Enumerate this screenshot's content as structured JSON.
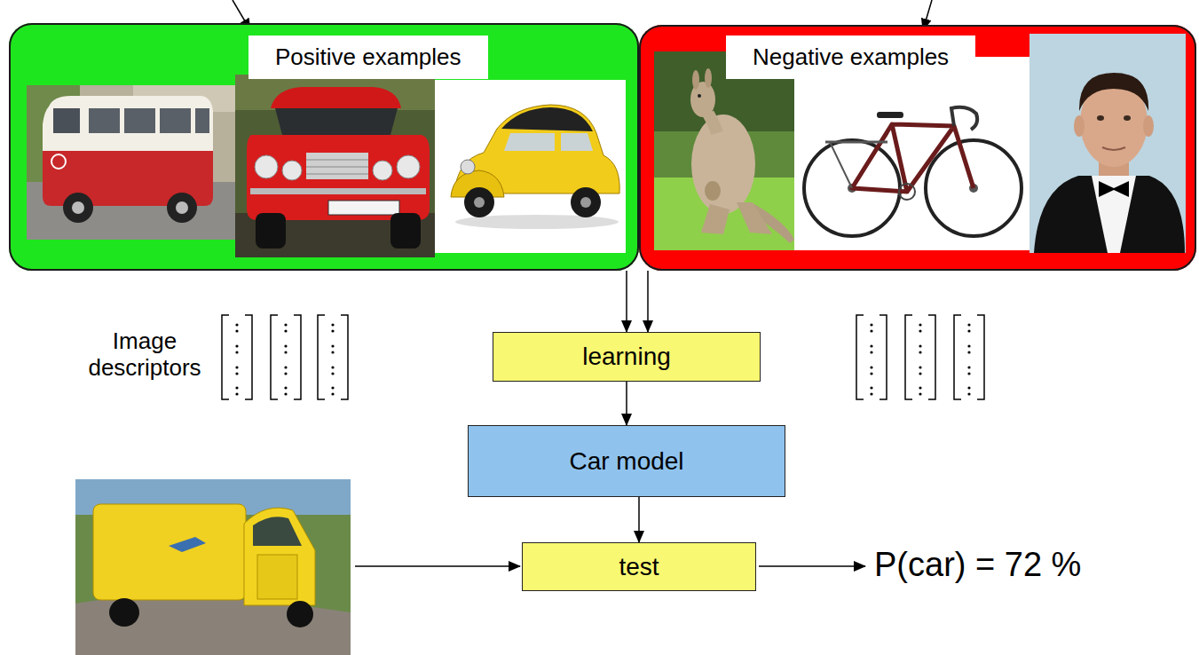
{
  "diagram": {
    "nodes": [
      {
        "text": [
          "Positive examples"
        ]
      },
      {
        "text": [
          "Negative examples"
        ]
      },
      {
        "text": [
          "learning"
        ]
      },
      {
        "text": [
          "Car model"
        ]
      },
      {
        "text": [
          "test"
        ]
      }
    ],
    "edges": [
      {
        "from": 0,
        "to": 2,
        "arrow": "to"
      },
      {
        "from": 1,
        "to": 2,
        "arrow": "to"
      },
      {
        "from": 2,
        "to": 3,
        "arrow": "to"
      },
      {
        "from": 3,
        "to": 4,
        "arrow": "to"
      }
    ],
    "labels": [
      "Image descriptors",
      "P(car) = 72 %"
    ]
  }
}
